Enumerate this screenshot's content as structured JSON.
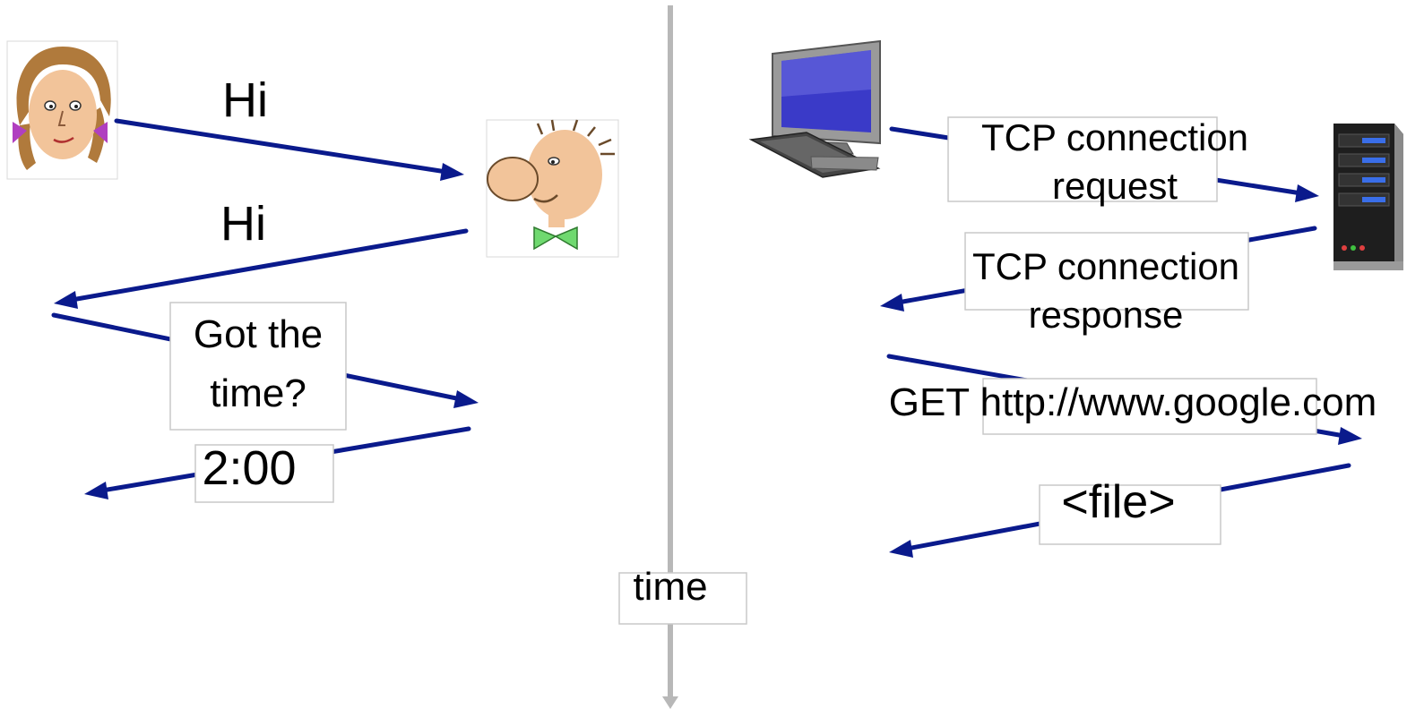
{
  "left_panel": {
    "hi_1": "Hi",
    "hi_2": "Hi",
    "question_line_1": "Got the",
    "question_line_2": "time?",
    "answer": "2:00"
  },
  "right_panel": {
    "request_line_1": "TCP connection",
    "request_line_2": "request",
    "response_line_1": "TCP connection",
    "response_line_2": "response",
    "get_request": "GET http://www.google.com",
    "file_reply": "<file>"
  },
  "timeline": {
    "label": "time"
  },
  "colors": {
    "arrow": "#0a1a8c",
    "timeline": "#b8b8b8"
  },
  "icons": [
    "woman-face-icon",
    "man-face-icon",
    "desktop-computer-icon",
    "server-tower-icon"
  ]
}
